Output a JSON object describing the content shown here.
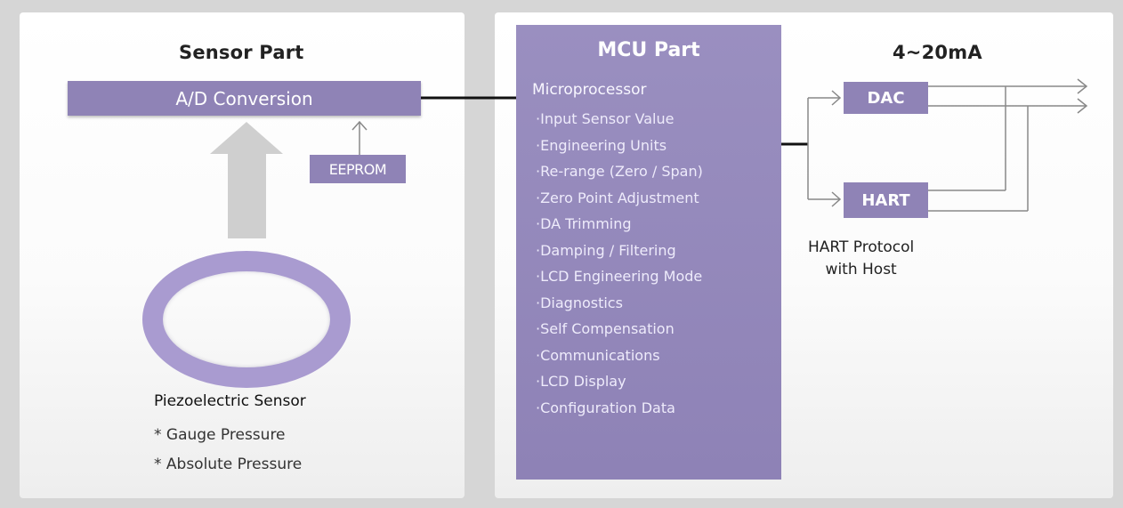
{
  "sensor_part": {
    "title": "Sensor Part",
    "ad_conversion": "A/D Conversion",
    "eeprom": "EEPROM",
    "sensor_name": "Piezoelectric Sensor",
    "sensor_types": [
      "* Gauge Pressure",
      "* Absolute Pressure"
    ]
  },
  "mcu_part": {
    "title": "MCU Part",
    "subtitle": "Microprocessor",
    "items": [
      "Input Sensor Value",
      "Engineering Units",
      "Re-range (Zero / Span)",
      "Zero Point Adjustment",
      "DA Trimming",
      "Damping / Filtering",
      "LCD Engineering Mode",
      "Diagnostics",
      "Self Compensation",
      "Communications",
      "LCD Display",
      "Configuration Data"
    ]
  },
  "output_part": {
    "title": "4~20mA",
    "dac": "DAC",
    "hart": "HART",
    "note_line1": "HART Protocol",
    "note_line2": "with Host"
  },
  "colors": {
    "box_purple": "#8f83b6",
    "ring_purple": "#a99bd0",
    "arrow_gray": "#cfcfcf",
    "panel_bg": "#ffffff",
    "page_bg": "#d6d6d6"
  }
}
